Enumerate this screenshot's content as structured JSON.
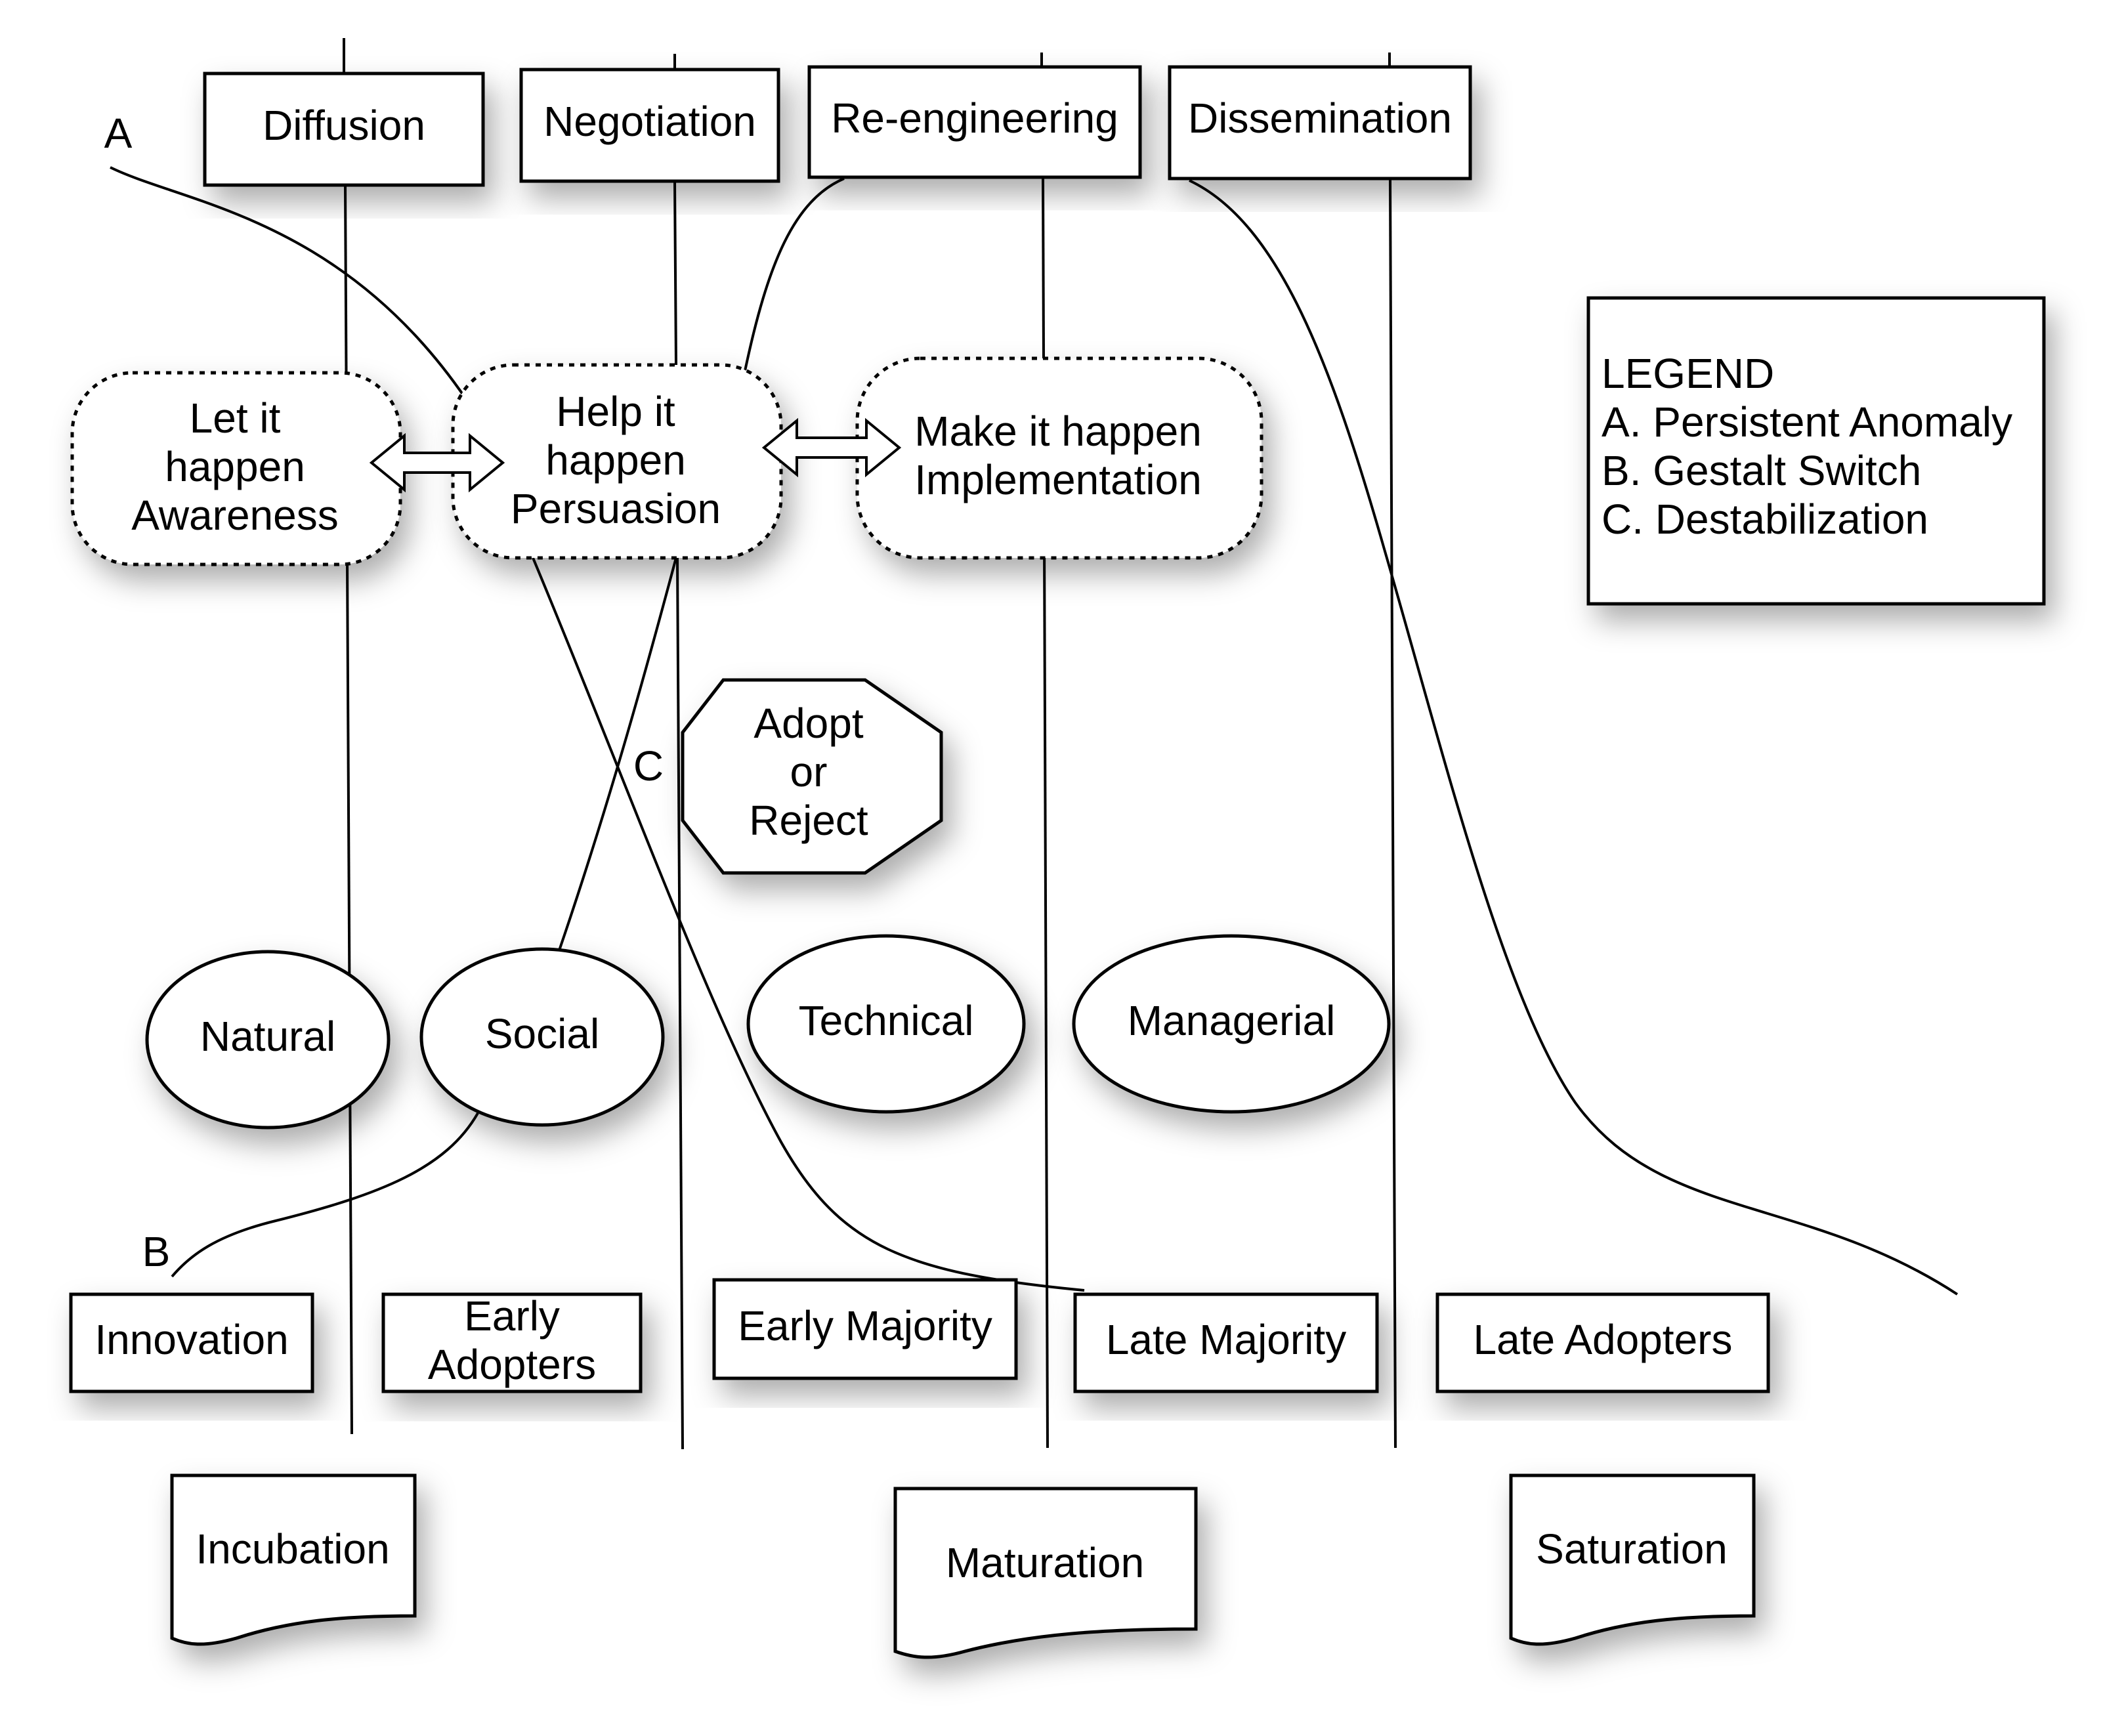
{
  "phases_top": [
    "Diffusion",
    "Negotiation",
    "Re-engineering",
    "Dissemination"
  ],
  "stages": {
    "let_it_happen": [
      "Let it",
      "happen",
      "Awareness"
    ],
    "help_it_happen": [
      "Help it",
      "happen",
      "Persuasion"
    ],
    "make_it_happen": [
      "Make it happen",
      "Implementation"
    ]
  },
  "decision": [
    "Adopt",
    "or",
    "Reject"
  ],
  "domains": [
    "Natural",
    "Social",
    "Technical",
    "Managerial"
  ],
  "adopter_categories": {
    "innovation": [
      "Innovation"
    ],
    "early_adopters": [
      "Early",
      "Adopters"
    ],
    "early_majority": [
      "Early Majority"
    ],
    "late_majority": [
      "Late Majority"
    ],
    "late_adopters": [
      "Late Adopters"
    ]
  },
  "lifecycle": [
    "Incubation",
    "Maturation",
    "Saturation"
  ],
  "curve_labels": {
    "a": "A",
    "b": "B",
    "c": "C"
  },
  "legend": {
    "title": "LEGEND",
    "items": [
      "A. Persistent Anomaly",
      "B. Gestalt Switch",
      "C. Destabilization"
    ]
  }
}
